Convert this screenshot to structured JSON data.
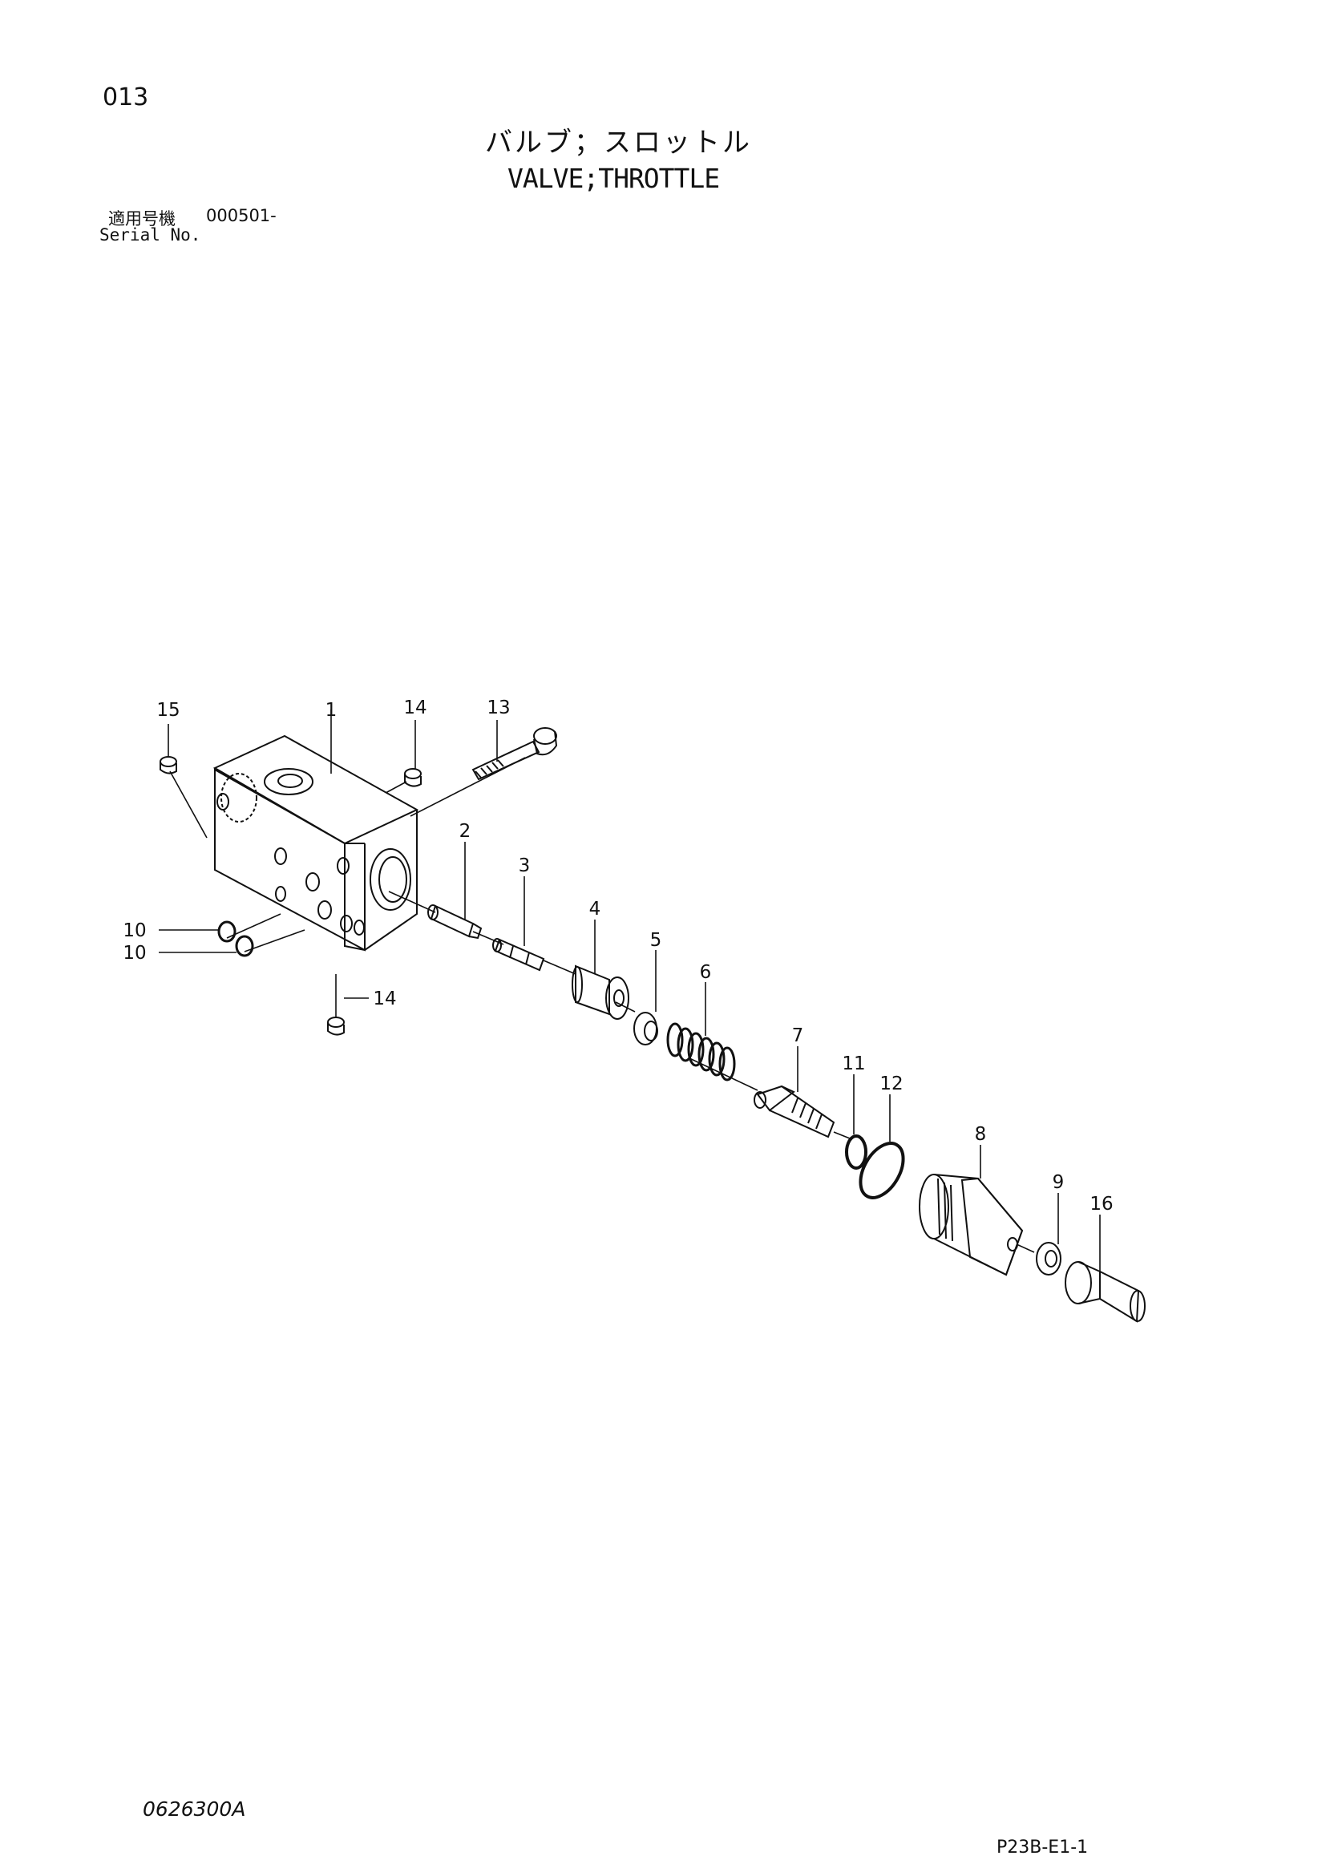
{
  "header": {
    "page_number": "013",
    "title_jp": "バルブ；スロットル",
    "title_en": "VALVE;THROTTLE",
    "serial_label_jp": "適用号機",
    "serial_label_en": "Serial No.",
    "serial_value": "000501-"
  },
  "footer": {
    "drawing_code": "0626300A",
    "page_code": "P23B-E1-1"
  },
  "callouts": [
    "15",
    "1",
    "14",
    "13",
    "2",
    "3",
    "4",
    "5",
    "6",
    "7",
    "11",
    "12",
    "8",
    "9",
    "16",
    "10",
    "10",
    "14"
  ]
}
